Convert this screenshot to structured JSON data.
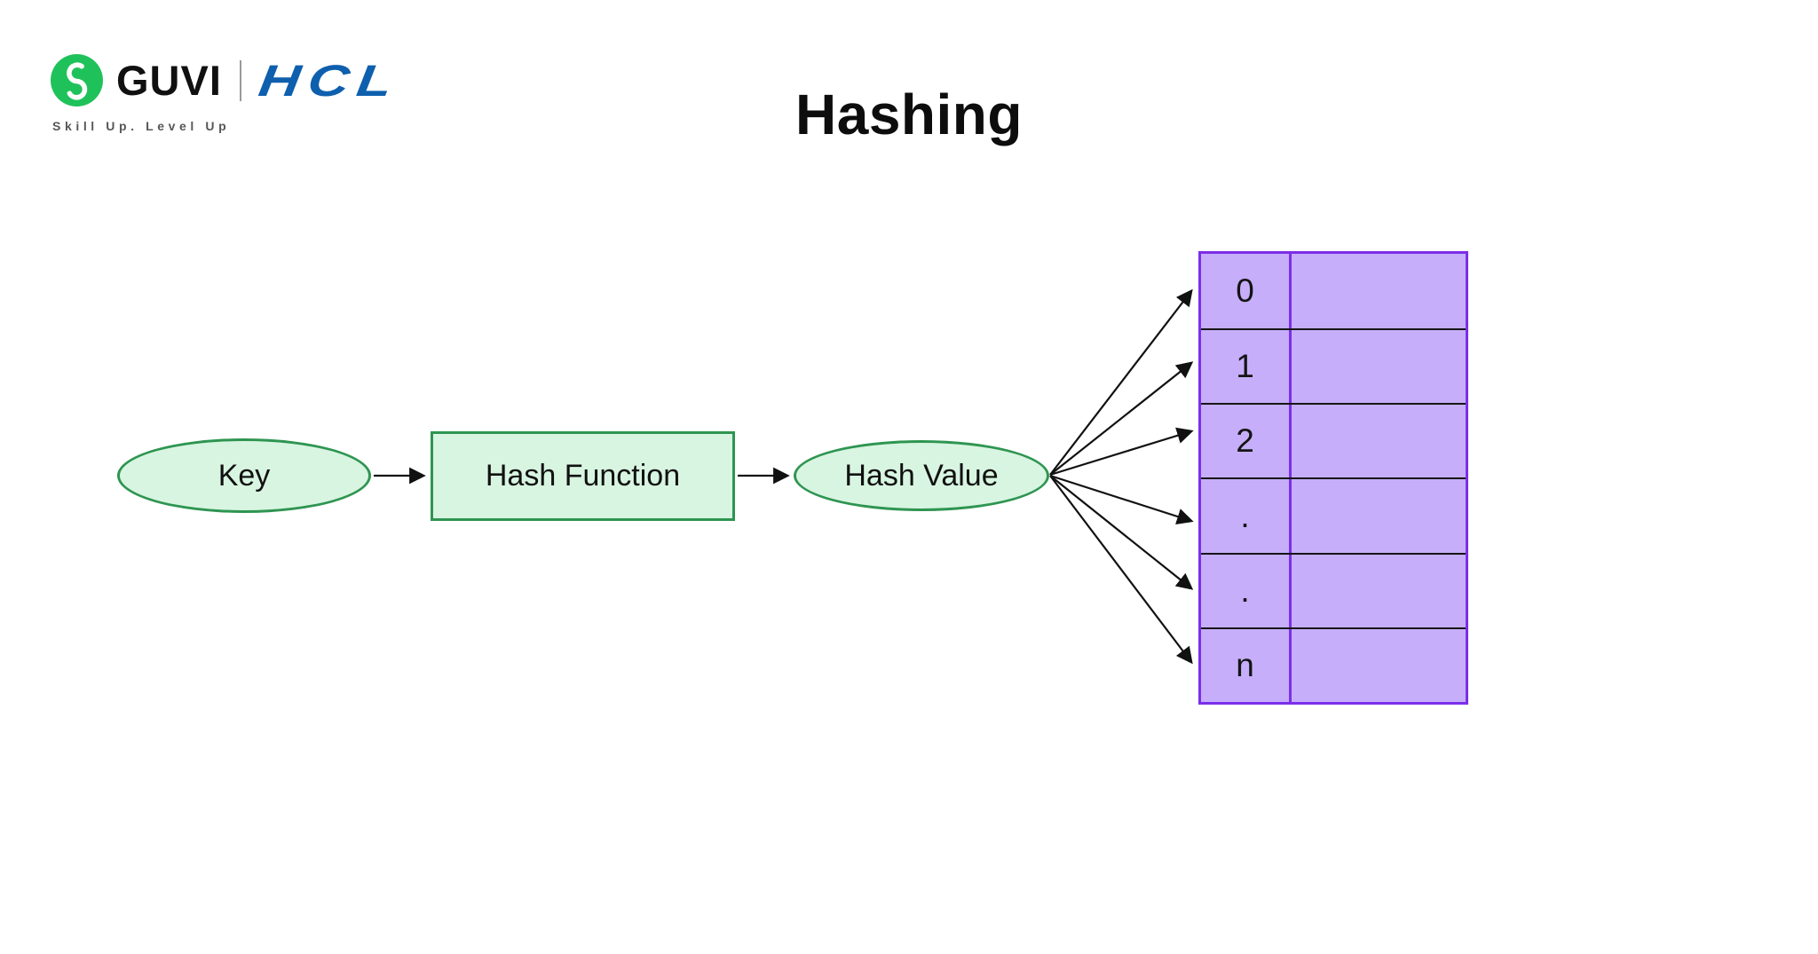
{
  "page": {
    "title": "Hashing",
    "background": "#ffffff"
  },
  "logo": {
    "brand": "GUVI",
    "partner": "HCL",
    "tagline": "Skill Up. Level Up",
    "colors": {
      "guvi_green": "#1fc25a",
      "hcl_blue": "#0e5fad",
      "brand_text": "#101010",
      "tagline_gray": "#575757"
    }
  },
  "diagram": {
    "nodes": [
      {
        "id": "key",
        "label": "Key",
        "shape": "ellipse"
      },
      {
        "id": "hash-function",
        "label": "Hash Function",
        "shape": "rectangle"
      },
      {
        "id": "hash-value",
        "label": "Hash Value",
        "shape": "ellipse"
      }
    ],
    "flow": [
      "Key",
      "Hash Function",
      "Hash Value",
      "hash table buckets"
    ],
    "colors": {
      "node_fill": "#d8f5e1",
      "node_border": "#2e9551",
      "arrow": "#111111",
      "table_fill": "#c6aefa",
      "table_border": "#7c2ee8",
      "row_divider": "#161616"
    },
    "table": {
      "rows": [
        {
          "index": "0",
          "value": ""
        },
        {
          "index": "1",
          "value": ""
        },
        {
          "index": "2",
          "value": ""
        },
        {
          "index": ".",
          "value": ""
        },
        {
          "index": ".",
          "value": ""
        },
        {
          "index": "n",
          "value": ""
        }
      ]
    }
  }
}
